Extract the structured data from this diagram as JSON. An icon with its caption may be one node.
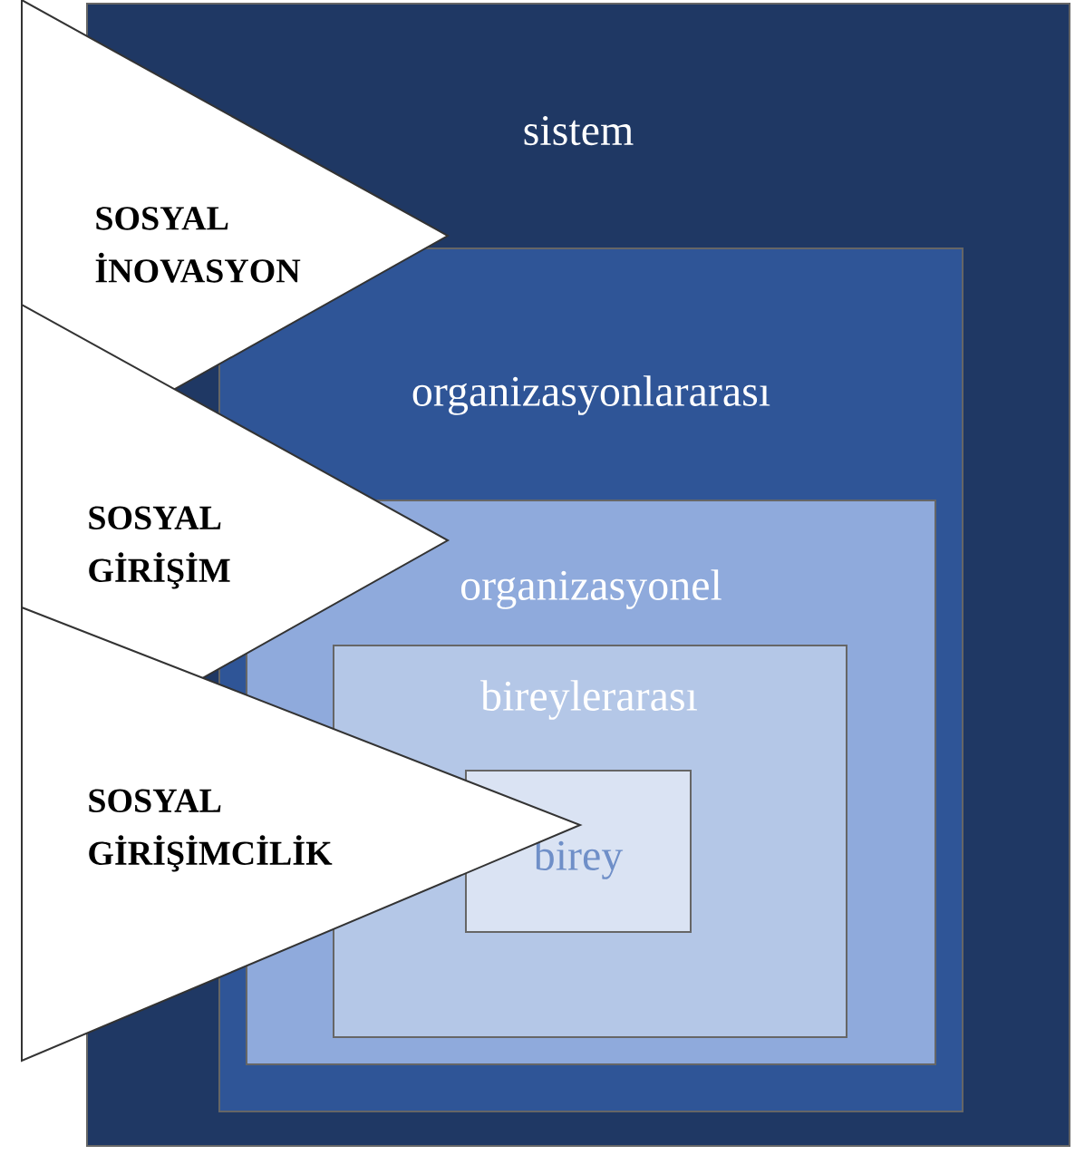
{
  "diagram": {
    "nodes": [
      {
        "text": [
          "sistem"
        ]
      },
      {
        "text": [
          "organizasyonlararası"
        ],
        "in": 0
      },
      {
        "text": [
          "organizasyonel"
        ],
        "in": 1
      },
      {
        "text": [
          "bireylerarası"
        ],
        "in": 2
      },
      {
        "text": [
          "birey"
        ],
        "in": 3
      },
      {
        "text": [
          "SOSYAL İNOVASYON"
        ]
      },
      {
        "text": [
          "SOSYAL GİRİŞİM"
        ]
      },
      {
        "text": [
          "SOSYAL GİRİŞİMCİLİK"
        ]
      }
    ]
  }
}
